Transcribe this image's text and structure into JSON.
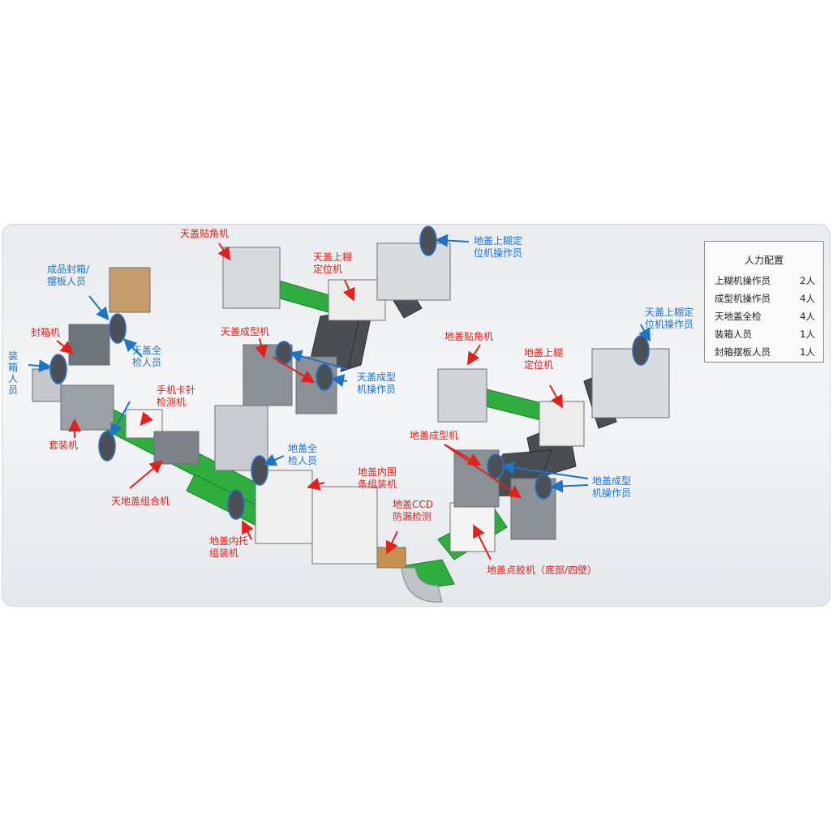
{
  "labels": {
    "top_cover_corner": "天盖贴角机",
    "top_cover_glue": "天盖上糊\n定位机",
    "bottom_glue_op_top": "地盖上糊定\n位机操作员",
    "finished_seal": "成品封箱/\n摆板人员",
    "sealer": "封箱机",
    "packer": "装\n箱\n人\n员",
    "top_inspect": "天盖全\n检人员",
    "top_forming": "天盖成型机",
    "top_forming_op": "天盖成型\n机操作员",
    "phone_pin": "手机卡针\n检测机",
    "bagging": "套装机",
    "combine": "天地盖组合机",
    "bottom_inspect": "地盖全\n检人员",
    "bottom_strip": "地盖内围\n条组装机",
    "bottom_tray": "地盖内托\n组装机",
    "bottom_ccd": "地盖CCD\n防漏检测",
    "bottom_glue_dispense": "地盖点胶机（底部/四壁）",
    "bottom_corner": "地盖贴角机",
    "bottom_glue": "地盖上糊\n定位机",
    "bottom_forming": "地盖成型机",
    "bottom_forming_op": "地盖成型\n机操作员",
    "top_glue_op_right": "天盖上糊定\n位机操作员"
  },
  "staffing": {
    "title": "人力配置",
    "rows": [
      {
        "role": "上糊机操作员",
        "count": "2人"
      },
      {
        "role": "成型机操作员",
        "count": "4人"
      },
      {
        "role": "天地盖全检",
        "count": "4人"
      },
      {
        "role": "装箱人员",
        "count": "1人"
      },
      {
        "role": "封箱摆板人员",
        "count": "1人"
      }
    ]
  },
  "colors": {
    "label_red": "#e0211c",
    "label_blue": "#1e73c8",
    "conveyor_green": "#2fae3f"
  }
}
